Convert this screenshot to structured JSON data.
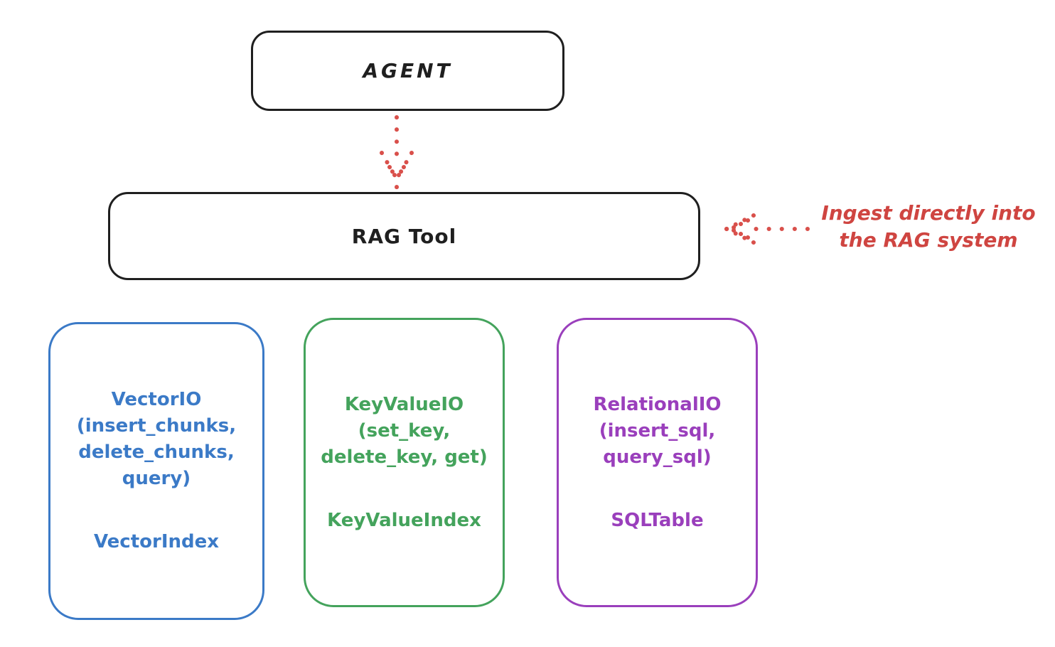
{
  "diagram": {
    "agent_box": {
      "label": "AGENT"
    },
    "rag_box": {
      "label": "RAG Tool"
    },
    "annotation": {
      "line1": "Ingest directly into",
      "line2": "the RAG system"
    },
    "io_boxes": [
      {
        "name": "vector-io",
        "accent_color": "#3b7ac7",
        "lines": [
          "VectorIO",
          "(insert_chunks,",
          "delete_chunks,",
          "query)"
        ],
        "index_label": "VectorIndex"
      },
      {
        "name": "keyvalue-io",
        "accent_color": "#44a35c",
        "lines": [
          "KeyValueIO",
          "(set_key,",
          "delete_key, get)"
        ],
        "index_label": "KeyValueIndex"
      },
      {
        "name": "relational-io",
        "accent_color": "#9a3fbc",
        "lines": [
          "RelationalIO",
          "(insert_sql,",
          "query_sql)"
        ],
        "index_label": "SQLTable"
      }
    ],
    "arrows": [
      {
        "name": "agent-to-rag-dotted-arrow",
        "style": "dotted",
        "color": "#d9504b",
        "direction": "down"
      },
      {
        "name": "ingest-annotation-arrow",
        "style": "dotted",
        "color": "#d9504b",
        "direction": "left"
      }
    ],
    "colors": {
      "stroke": "#1f1f1f",
      "annotation_red": "#cf4541",
      "background": "#ffffff"
    }
  }
}
